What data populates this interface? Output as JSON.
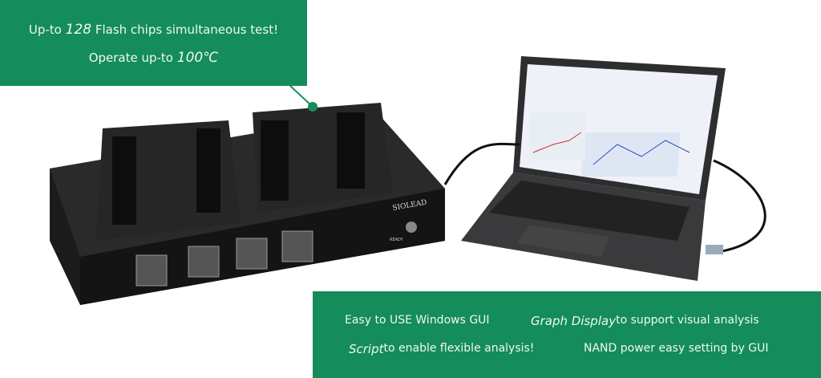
{
  "top_callout": {
    "line1": {
      "prefix": "Up-to ",
      "emphasis": "128",
      "suffix": " Flash chips simultaneous test!"
    },
    "line2": {
      "prefix": "Operate up-to ",
      "emphasis": "100℃"
    }
  },
  "bottom_callout": {
    "items": [
      {
        "emphasis": "",
        "text": "Easy to USE Windows GUI"
      },
      {
        "emphasis": "Graph Display",
        "text": " to support visual analysis"
      },
      {
        "emphasis": "Script",
        "text": " to enable flexible analysis!"
      },
      {
        "emphasis": "",
        "text": "NAND power easy setting by GUI"
      }
    ]
  },
  "product": {
    "brand": "SIOLEAD",
    "status_label": "READY"
  },
  "colors": {
    "accent": "#148c5c",
    "device": "#1b1b1b",
    "laptop": "#2e2e30"
  }
}
